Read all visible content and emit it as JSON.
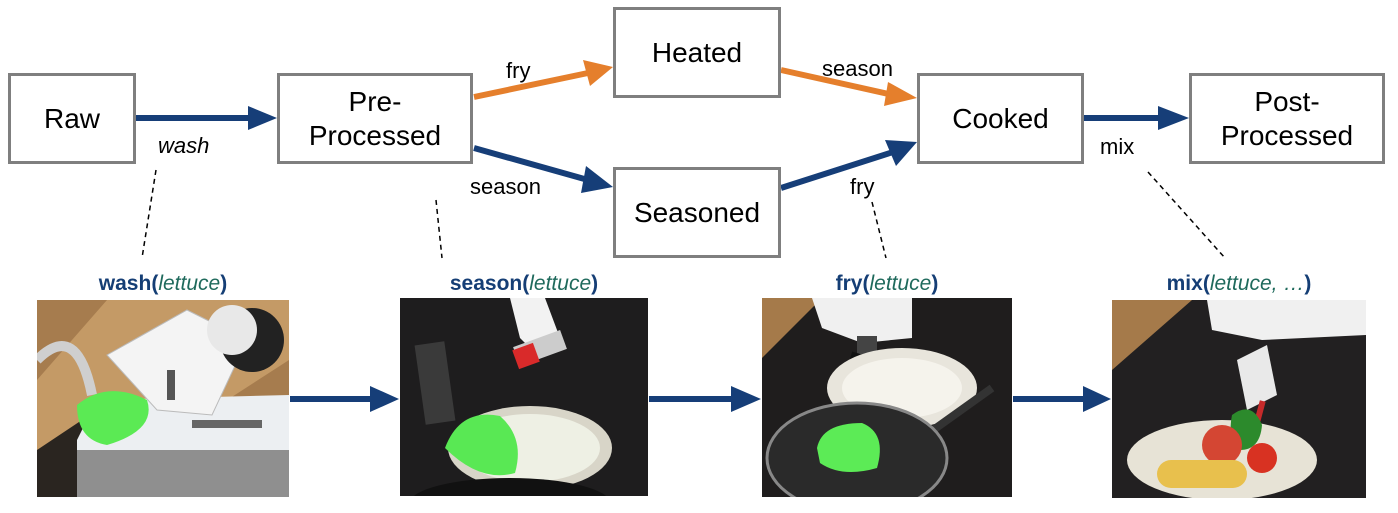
{
  "diagram": {
    "title": "Ingredient state transitions",
    "states": {
      "raw": "Raw",
      "pre_processed": [
        "Pre-",
        "Processed"
      ],
      "heated": "Heated",
      "seasoned": "Seasoned",
      "cooked": "Cooked",
      "post_processed": [
        "Post-",
        "Processed"
      ]
    },
    "edges": [
      {
        "from": "Raw",
        "to": "Pre-Processed",
        "label": "wash",
        "color": "#163e78",
        "italic": true
      },
      {
        "from": "Pre-Processed",
        "to": "Heated",
        "label": "fry",
        "color": "#e57f2c"
      },
      {
        "from": "Pre-Processed",
        "to": "Seasoned",
        "label": "season",
        "color": "#163e78"
      },
      {
        "from": "Heated",
        "to": "Cooked",
        "label": "season",
        "color": "#e57f2c"
      },
      {
        "from": "Seasoned",
        "to": "Cooked",
        "label": "fry",
        "color": "#163e78"
      },
      {
        "from": "Cooked",
        "to": "Post-Processed",
        "label": "mix",
        "color": "#163e78"
      }
    ],
    "colors": {
      "blue_arrow": "#163e78",
      "orange_arrow": "#e57f2c",
      "box_border": "#7f7f7f",
      "caption_action": "#153e75",
      "caption_argument": "#1f6a5c"
    }
  },
  "steps": [
    {
      "action": "wash",
      "argument": "lettuce",
      "scene": "robot gripper washing green lettuce under faucet over sink"
    },
    {
      "action": "season",
      "argument": "lettuce",
      "scene": "robot holding red seasoning shaker above lettuce in bowl"
    },
    {
      "action": "fry",
      "argument": "lettuce",
      "scene": "robot with spatula frying lettuce in black pan"
    },
    {
      "action": "mix",
      "argument": "lettuce, …",
      "scene": "robot mixing vegetables in bowl"
    }
  ]
}
